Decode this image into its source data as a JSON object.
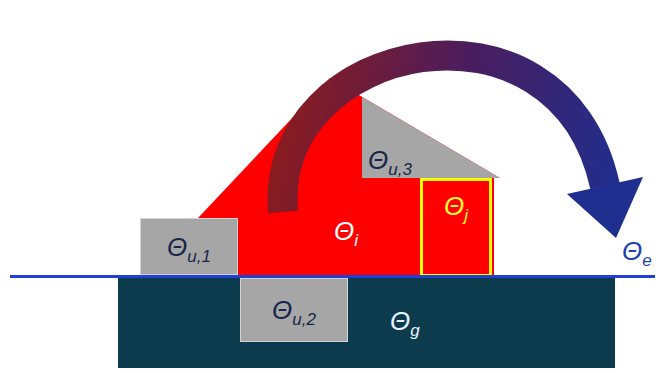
{
  "diagram": {
    "nodes": [
      {
        "text": [
          "Θi"
        ]
      },
      {
        "text": [
          "Θu,3"
        ],
        "in": 0
      },
      {
        "text": [
          "Θj"
        ],
        "in": 0
      },
      {
        "text": [
          "Θu,1"
        ]
      },
      {
        "text": [
          "Θg"
        ]
      },
      {
        "text": [
          "Θu,2"
        ],
        "in": 4
      }
    ],
    "labels": [
      "Θe"
    ]
  }
}
